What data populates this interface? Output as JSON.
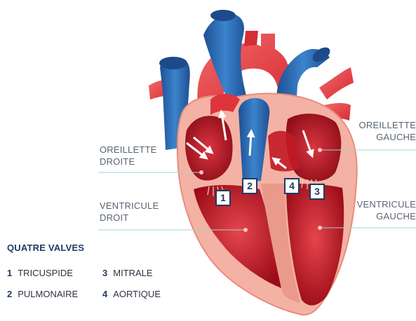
{
  "labels": {
    "oreillette_droite": [
      "OREILLETTE",
      "DROITE"
    ],
    "ventricule_droit": [
      "VENTRICULE",
      "DROIT"
    ],
    "oreillette_gauche": [
      "OREILLETTE",
      "GAUCHE"
    ],
    "ventricule_gauche": [
      "VENTRICULE",
      "GAUCHE"
    ]
  },
  "legend": {
    "title": "QUATRE VALVES",
    "items": [
      {
        "num": "1",
        "name": "TRICUSPIDE"
      },
      {
        "num": "2",
        "name": "PULMONAIRE"
      },
      {
        "num": "3",
        "name": "MITRALE"
      },
      {
        "num": "4",
        "name": "AORTIQUE"
      }
    ]
  },
  "badges": [
    "1",
    "2",
    "4",
    "3"
  ],
  "colors": {
    "oxygenated": "#e0343c",
    "deoxygenated": "#2f6db2",
    "muscle": "#f0a596",
    "chamber": "#b5141f",
    "leader_line": "#9fd3d6",
    "label_text": "#5a6470",
    "accent": "#1f3a63"
  }
}
